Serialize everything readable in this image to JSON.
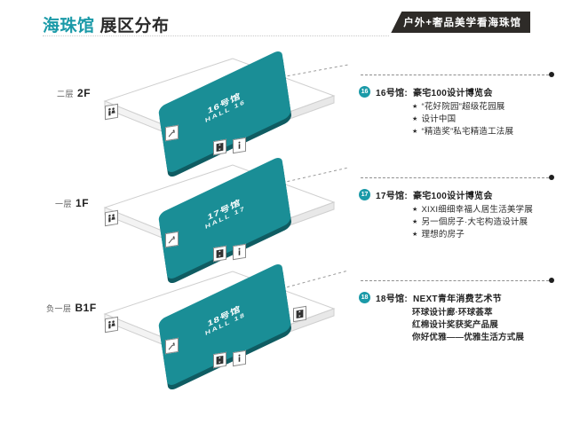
{
  "header": {
    "title_accent": "海珠馆",
    "title_main": "展区分布",
    "tagline": "户外+奢品美学看海珠馆"
  },
  "floors": [
    {
      "id": "floor-2f",
      "label_cn": "二层",
      "label_en": "2F",
      "hall_cn": "16号馆",
      "hall_en": "HALL 16"
    },
    {
      "id": "floor-1f",
      "label_cn": "一层",
      "label_en": "1F",
      "hall_cn": "17号馆",
      "hall_en": "HALL 17"
    },
    {
      "id": "floor-b1f",
      "label_cn": "负一层",
      "label_en": "B1F",
      "hall_cn": "18号馆",
      "hall_en": "HALL 18"
    }
  ],
  "amenities": [
    {
      "name": "restroom-icon",
      "glyph": "\u0001"
    },
    {
      "name": "escalator-icon",
      "glyph": "\u0002"
    },
    {
      "name": "elevator-icon",
      "glyph": "\u0003"
    },
    {
      "name": "information-icon",
      "glyph": "i"
    }
  ],
  "legend": [
    {
      "badge": "16",
      "hall": "16号馆:",
      "title": "豪宅100设计博览会",
      "style": "bullets",
      "items": [
        "“花好院园”超级花园展",
        "设计中国",
        "“精造奖”私宅精造工法展"
      ]
    },
    {
      "badge": "17",
      "hall": "17号馆:",
      "title": "豪宅100设计博览会",
      "style": "bullets",
      "items": [
        "XIXI细细幸福人居生活美学展",
        "另一個房子·大宅构造设计展",
        "理想的房子"
      ]
    },
    {
      "badge": "18",
      "hall": "18号馆:",
      "title": "NEXT青年消费艺术节",
      "style": "plain",
      "items": [
        "环球设计廊·环球荟萃",
        "红棉设计奖获奖产品展",
        "你好优雅——优雅生活方式展"
      ]
    }
  ],
  "colors": {
    "accent": "#1b9aa8",
    "slab": "#1a8e96",
    "slab_edge": "#0f5c62",
    "tagline_bg": "#2e2b28",
    "ink": "#1f1f1f"
  }
}
